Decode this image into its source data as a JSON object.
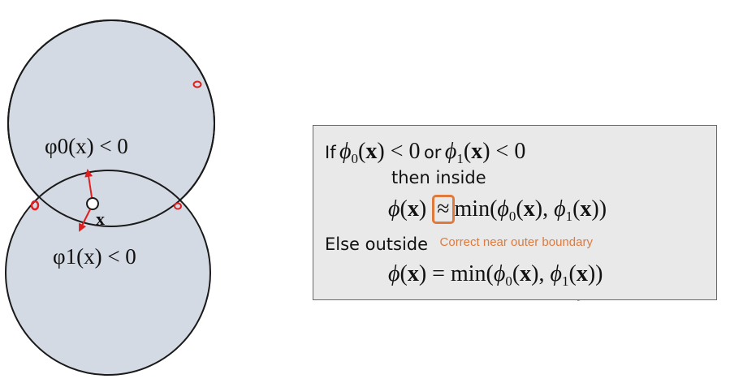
{
  "diagram": {
    "upper_region_label": "φ0(x) < 0",
    "lower_region_label": "φ1(x) < 0",
    "point_label": "x",
    "colors": {
      "region_fill": "#d3dae3",
      "region_stroke": "#1a1a1a",
      "annotation_red": "#e02020"
    }
  },
  "formula_box": {
    "line1": {
      "if_word": "If",
      "cond_a": "φ0(x) < 0",
      "or_word": "or",
      "cond_b": "φ1(x) < 0"
    },
    "line2": "then inside",
    "line3": {
      "lhs": "φ(x)",
      "approx": "≈",
      "rhs": "min(φ0(x), φ1(x))"
    },
    "line4": {
      "else_word": "Else outside",
      "note": "Correct near outer boundary"
    },
    "line5": {
      "lhs": "φ(x)",
      "eq": "=",
      "rhs": "min(φ0(x), φ1(x))"
    },
    "colors": {
      "background": "#e9e9e9",
      "border": "#6a6a6a",
      "highlight": "#e07a3c"
    }
  }
}
